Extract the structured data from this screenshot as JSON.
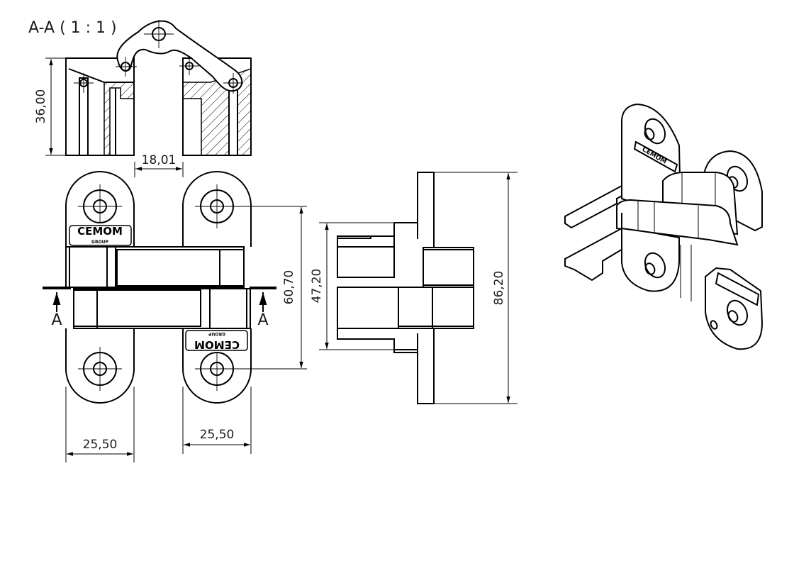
{
  "section_view": {
    "title": "A-A ( 1 : 1 )",
    "dim_height": "36,00",
    "dim_gap": "18,01"
  },
  "front_view": {
    "dim_left_width": "25,50",
    "dim_right_width": "25,50",
    "dim_hole_spacing": "60,70",
    "section_marker_left": "A",
    "section_marker_right": "A",
    "logo_top": {
      "brand": "CEMOM",
      "sub": "GROUP"
    },
    "logo_bottom": {
      "brand": "CEMOM",
      "sub": "GROUP"
    }
  },
  "side_view": {
    "dim_body_height": "47,20",
    "dim_plate_height": "86,20"
  },
  "iso_view": {
    "logo_brand": "CEMOM"
  }
}
